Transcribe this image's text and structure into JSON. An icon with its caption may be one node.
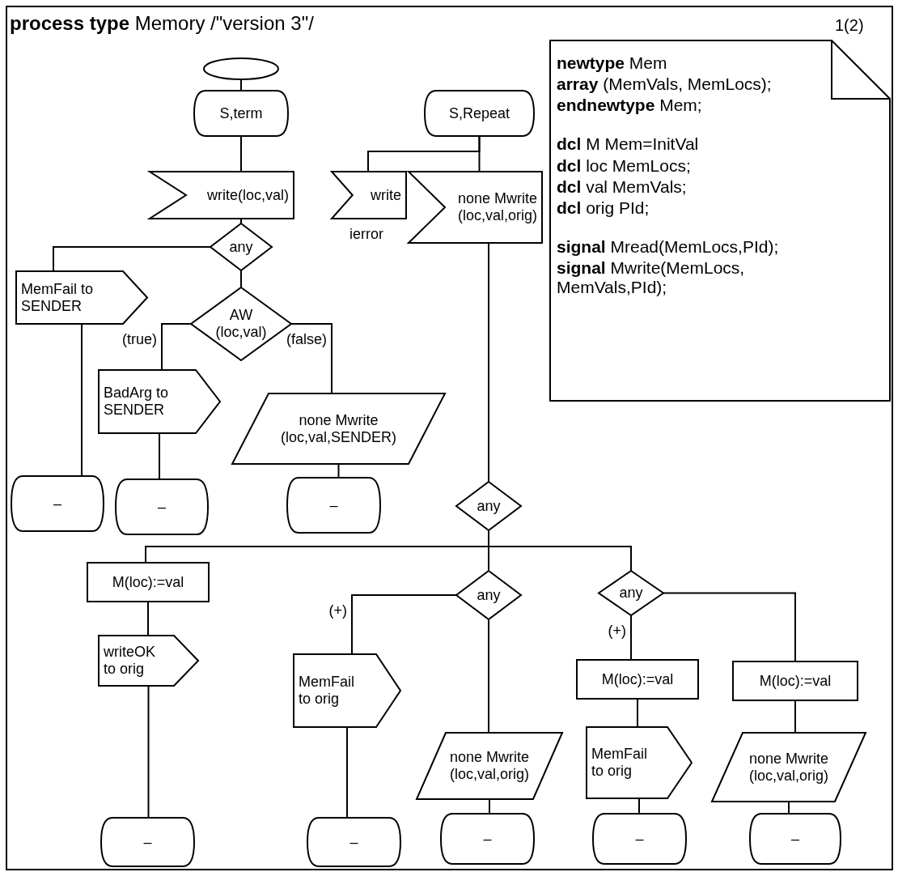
{
  "diagram": {
    "title": "**process type** Memory /\"version 3\"/",
    "nodes": [
      {
        "text": [],
        "shape": "ellipse"
      },
      {
        "text": [
          "S,term"
        ]
      },
      {
        "text": [
          "write(loc,val)"
        ]
      },
      {
        "text": [
          "any"
        ]
      },
      {
        "text": [
          "MemFail to SENDER"
        ]
      },
      {
        "text": [
          "AW (loc,val)"
        ]
      },
      {
        "text": [
          "BadArg to SENDER"
        ]
      },
      {
        "text": [
          "none Mwrite (loc,val,SENDER)"
        ]
      },
      {
        "text": [
          "–"
        ]
      },
      {
        "text": [
          "–"
        ]
      },
      {
        "text": [
          "–"
        ]
      },
      {
        "text": [
          "S,Repeat"
        ]
      },
      {
        "text": [
          "write"
        ],
        "beside": [
          "ierror"
        ]
      },
      {
        "text": [
          "none Mwrite (loc,val,orig)"
        ]
      },
      {
        "text": [
          "any"
        ]
      },
      {
        "text": [
          "M(loc):=val"
        ]
      },
      {
        "text": [
          "writeOK to orig"
        ]
      },
      {
        "text": [
          "–"
        ]
      },
      {
        "text": [
          "any"
        ]
      },
      {
        "text": [
          "MemFail to orig"
        ]
      },
      {
        "text": [
          "–"
        ]
      },
      {
        "text": [
          "none Mwrite (loc,val,orig)"
        ]
      },
      {
        "text": [
          "–"
        ]
      },
      {
        "text": [
          "any"
        ]
      },
      {
        "text": [
          "M(loc):=val"
        ]
      },
      {
        "text": [
          "MemFail to orig"
        ]
      },
      {
        "text": [
          "–"
        ]
      },
      {
        "text": [
          "M(loc):=val"
        ]
      },
      {
        "text": [
          "none Mwrite (loc,val,orig)"
        ]
      },
      {
        "text": [
          "–"
        ]
      },
      {
        "text": [
          "**newtype** Mem",
          "**array** (MemVals, MemLocs);",
          "**endnewtype** Mem;",
          "**dcl** M Mem=InitVal",
          "**dcl** loc MemLocs;",
          "**dcl** val MemVals;",
          "**dcl** orig PId;",
          "**signal** Mread(MemLocs,PId);",
          "**signal** Mwrite(MemLocs, MemVals,PId);"
        ]
      }
    ],
    "edges": [
      {
        "from": 0,
        "to": 1,
        "arrow": "none"
      },
      {
        "from": 1,
        "to": 2,
        "arrow": "none"
      },
      {
        "from": 2,
        "to": 3,
        "arrow": "none"
      },
      {
        "from": 3,
        "to": 4,
        "arrow": "none"
      },
      {
        "from": 3,
        "to": 5,
        "arrow": "none"
      },
      {
        "from": 5,
        "to": 6,
        "arrow": "none",
        "label": "(true)"
      },
      {
        "from": 5,
        "to": 7,
        "arrow": "none",
        "label": "(false)"
      },
      {
        "from": 4,
        "to": 8,
        "arrow": "none"
      },
      {
        "from": 6,
        "to": 9,
        "arrow": "none"
      },
      {
        "from": 7,
        "to": 10,
        "arrow": "none"
      },
      {
        "from": 11,
        "to": 12,
        "arrow": "none"
      },
      {
        "from": 11,
        "to": 13,
        "arrow": "none"
      },
      {
        "from": 13,
        "to": 14,
        "arrow": "none"
      },
      {
        "from": 14,
        "to": 15,
        "arrow": "none"
      },
      {
        "from": 14,
        "to": 18,
        "arrow": "none"
      },
      {
        "from": 14,
        "to": 23,
        "arrow": "none"
      },
      {
        "from": 15,
        "to": 16,
        "arrow": "none"
      },
      {
        "from": 16,
        "to": 17,
        "arrow": "none"
      },
      {
        "from": 18,
        "to": 19,
        "arrow": "none",
        "label": "(+)"
      },
      {
        "from": 18,
        "to": 21,
        "arrow": "none"
      },
      {
        "from": 19,
        "to": 20,
        "arrow": "none"
      },
      {
        "from": 21,
        "to": 22,
        "arrow": "none"
      },
      {
        "from": 23,
        "to": 24,
        "arrow": "none",
        "label": "(+)"
      },
      {
        "from": 23,
        "to": 27,
        "arrow": "none"
      },
      {
        "from": 24,
        "to": 25,
        "arrow": "none"
      },
      {
        "from": 25,
        "to": 26,
        "arrow": "none"
      },
      {
        "from": 27,
        "to": 28,
        "arrow": "none"
      },
      {
        "from": 28,
        "to": 29,
        "arrow": "none"
      }
    ],
    "labels": [
      "1(2)"
    ]
  }
}
